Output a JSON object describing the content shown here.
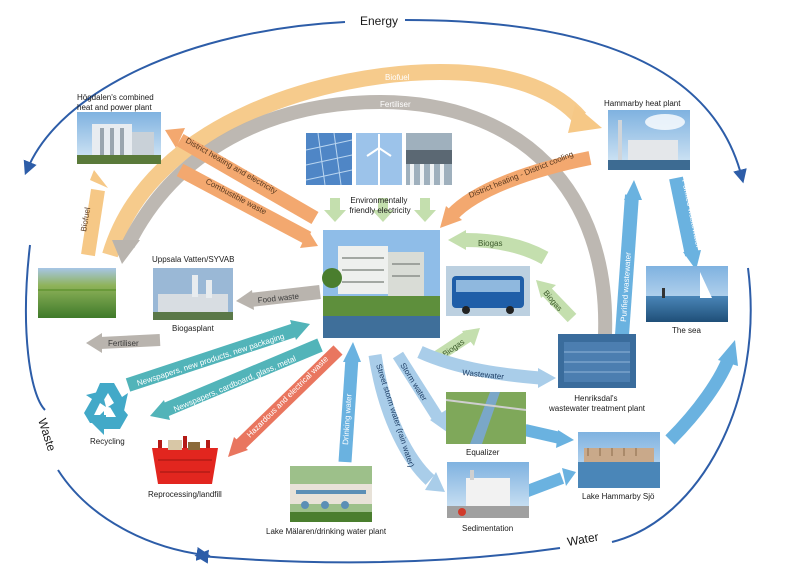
{
  "cycles": {
    "energy": "Energy",
    "waste": "Waste",
    "water": "Water"
  },
  "nodes": {
    "hogdalen": "Högdalen's combined\nheat and power plant",
    "hammarby_heat": "Hammarby heat plant",
    "env_electricity": "Environmentally\nfriendly electricity",
    "uppsala": "Uppsala Vatten/SYVAB",
    "biogasplant": "Biogasplant",
    "the_sea": "The sea",
    "henriksdal": "Henriksdal's\nwastewater treatment plant",
    "recycling": "Recycling",
    "reprocessing": "Reprocessing/landfill",
    "equalizer": "Equalizer",
    "lake_hammarby": "Lake Hammarby Sjö",
    "lake_malaren": "Lake Mälaren/drinking water plant",
    "sedimentation": "Sedimentation"
  },
  "flows": {
    "biofuel_top": "Biofuel",
    "fertiliser_top": "Fertiliser",
    "district_heating_electricity": "District heating and electricity",
    "combustible_waste": "Combustible waste",
    "district_heating_cooling": "District heating - District cooling",
    "purified_wastewater_1": "Purified wastewater",
    "purified_wastewater_2": "Purified wastewater",
    "biofuel_left": "Biofuel",
    "biogas_1": "Biogas",
    "biogas_2": "Biogas",
    "biogas_3": "Biogas",
    "food_waste": "Food waste",
    "fertiliser_left": "Fertiliser",
    "newspapers_products": "Newspapers, new products, new packaging",
    "newspapers_cardboard": "Newspapers, cardboard, glass, metal",
    "hazardous": "Hazardous and electrical waste",
    "drinking_water": "Drinking water",
    "street_storm": "Street storm water (rain water)",
    "storm_water": "Storm water",
    "wastewater": "Wastewater"
  },
  "colors": {
    "energy_yellow": "#f6c886",
    "grey": "#b9b4ae",
    "orange": "#f3a86f",
    "red_orange": "#e9765f",
    "blue": "#6ab2e0",
    "light_blue": "#a9cde9",
    "green": "#c4dfae",
    "teal": "#52b4b9",
    "cycle_blue": "#2d5da8"
  }
}
